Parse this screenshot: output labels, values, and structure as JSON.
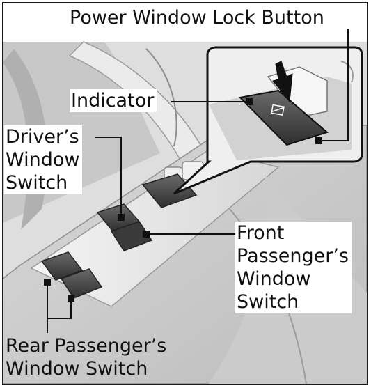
{
  "labels": {
    "power_window_lock_button": "Power Window Lock Button",
    "indicator": "Indicator",
    "drivers_window_switch": [
      "Driver’s",
      "Window",
      "Switch"
    ],
    "front_passengers_window_switch": [
      "Front",
      "Passenger’s",
      "Window",
      "Switch"
    ],
    "rear_passengers_window_switch": [
      "Rear Passenger’s",
      "Window Switch"
    ]
  },
  "colors": {
    "line": "#111111",
    "panel_light": "#e9e9e9",
    "panel_mid": "#cfcfcf",
    "panel_dark": "#8a8a8a",
    "switch_dark": "#4a4a4a"
  },
  "icons": [
    "press-arrow-icon",
    "lock-window-icon"
  ]
}
